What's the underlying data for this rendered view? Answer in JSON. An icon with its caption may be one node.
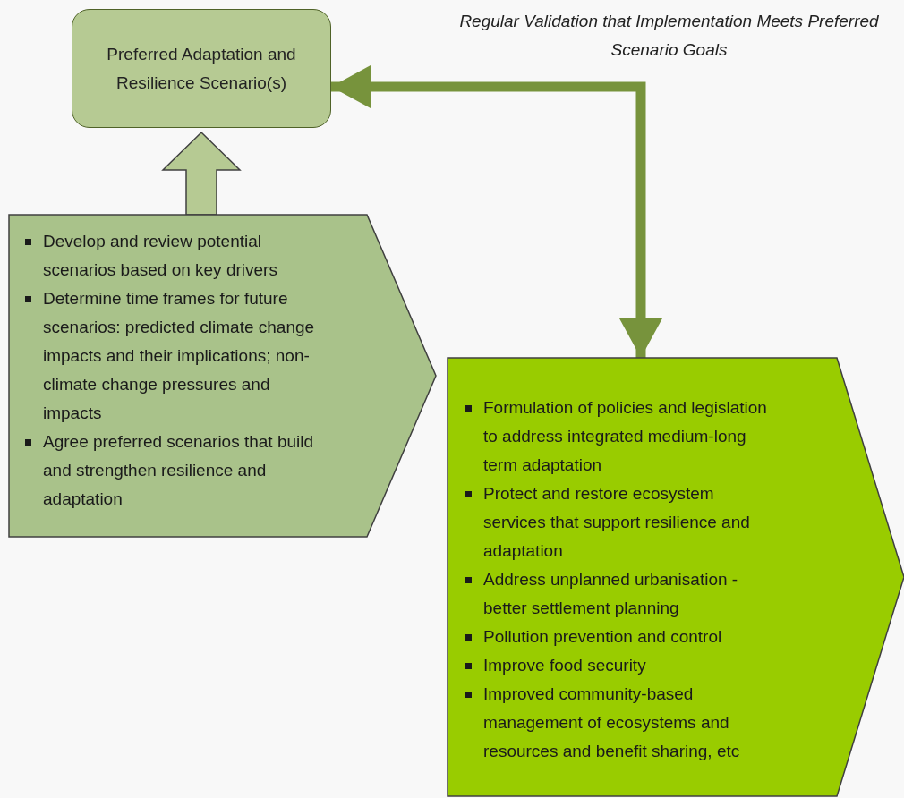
{
  "diagram": {
    "nodes": [
      {
        "text": [
          "Preferred Adaptation and Resilience Scenario(s)"
        ]
      },
      {
        "text": [
          "Develop and review potential scenarios based on key drivers",
          "Determine time frames for future scenarios: predicted climate change impacts and their implications; non-climate change pressures and impacts",
          "Agree preferred scenarios that build and strengthen resilience and adaptation"
        ]
      },
      {
        "text": [
          "Formulation of policies and legislation to address integrated medium-long term adaptation",
          "Protect and restore ecosystem services that support resilience and adaptation",
          "Address unplanned urbanisation - better settlement planning",
          "Pollution prevention and control",
          "Improve food security",
          "Improved community-based management of ecosystems and resources and benefit sharing, etc"
        ]
      }
    ],
    "edges": [
      {
        "from": 1,
        "to": 0,
        "arrow": "to"
      },
      {
        "from": 2,
        "to": 0,
        "arrow": "both",
        "color": "#77933c",
        "label": "Regular Validation that Implementation Meets Preferred Scenario Goals"
      }
    ]
  }
}
